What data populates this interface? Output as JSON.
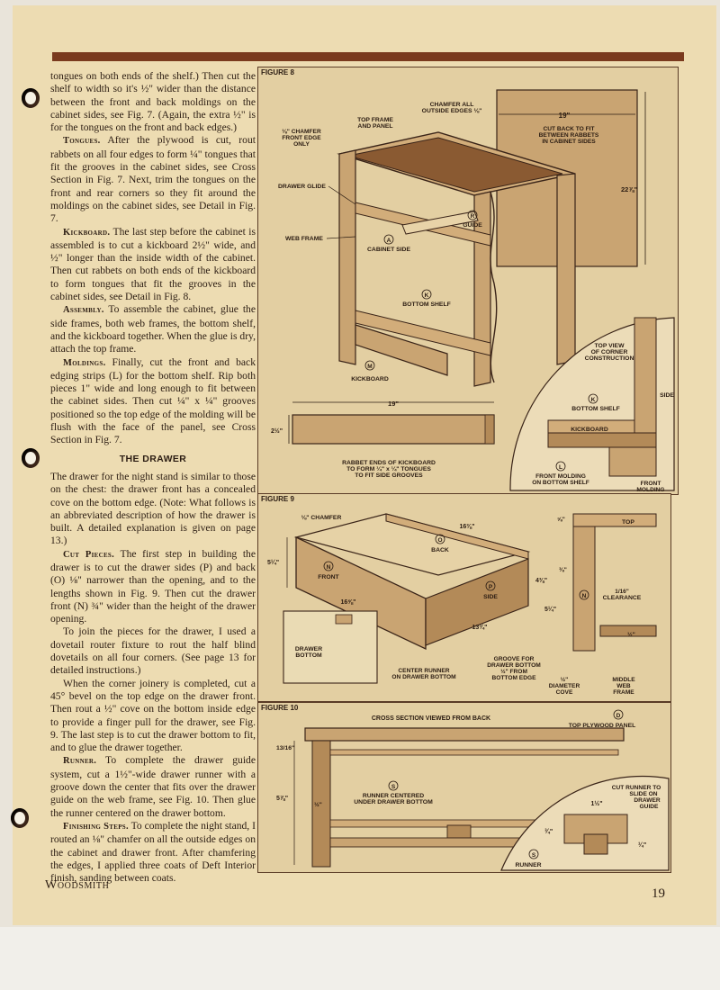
{
  "body": {
    "p1": "tongues on both ends of the shelf.) Then cut the shelf to width so it's ½\" wider than the distance between the front and back moldings on the cabinet sides, see Fig. 7. (Again, the extra ½\" is for the tongues on the front and back edges.)",
    "p2_runin": "Tongues.",
    "p2": " After the plywood is cut, rout rabbets on all four edges to form ¼\" tongues that fit the grooves in the cabinet sides, see Cross Section in Fig. 7. Next, trim the tongues on the front and rear corners so they fit around the moldings on the cabinet sides, see Detail in Fig. 7.",
    "p3_runin": "Kickboard.",
    "p3": " The last step before the cabinet is assembled is to cut a kickboard 2½\" wide, and ½\" longer than the inside width of the cabinet. Then cut rabbets on both ends of the kickboard to form tongues that fit the grooves in the cabinet sides, see Detail in Fig. 8.",
    "p4_runin": "Assembly.",
    "p4": " To assemble the cabinet, glue the side frames, both web frames, the bottom shelf, and the kickboard together. When the glue is dry, attach the top frame.",
    "p5_runin": "Moldings.",
    "p5": " Finally, cut the front and back edging strips (L) for the bottom shelf. Rip both pieces 1\" wide and long enough to fit between the cabinet sides. Then cut ¼\" x ¼\" grooves positioned so the top edge of the molding will be flush with the face of the panel, see Cross Section in Fig. 7.",
    "heading": "THE DRAWER",
    "p6": "The drawer for the night stand is similar to those on the chest: the drawer front has a concealed cove on the bottom edge. (Note: What follows is an abbreviated description of how the drawer is built. A detailed explanation is given on page 13.)",
    "p7_runin": "Cut Pieces.",
    "p7": " The first step in building the drawer is to cut the drawer sides (P) and back (O) ⅛\" narrower than the opening, and to the lengths shown in Fig. 9. Then cut the drawer front (N) ¾\" wider than the height of the drawer opening.",
    "p8": "To join the pieces for the drawer, I used a dovetail router fixture to rout the half blind dovetails on all four corners. (See page 13 for detailed instructions.)",
    "p9": "When the corner joinery is completed, cut a 45° bevel on the top edge on the drawer front. Then rout a ½\" cove on the bottom inside edge to provide a finger pull for the drawer, see Fig. 9. The last step is to cut the drawer bottom to fit, and to glue the drawer together.",
    "p10_runin": "Runner.",
    "p10": " To complete the drawer guide system, cut a 1½\"-wide drawer runner with a groove down the center that fits over the drawer guide on the web frame, see Fig. 10. Then glue the runner centered on the drawer bottom.",
    "p11_runin": "Finishing Steps.",
    "p11": " To complete the night stand, I routed an ⅛\" chamfer on all the outside edges on the cabinet and drawer front. After chamfering the edges, I applied three coats of Deft Interior finish, sanding between coats."
  },
  "footer": {
    "magazine": "Woodsmith",
    "page": "19"
  },
  "fig8": {
    "title": "FIGURE 8",
    "chamfer_all_1": "CHAMFER ALL",
    "chamfer_all_2": "OUTSIDE EDGES ⅛\"",
    "top_frame_1": "TOP FRAME",
    "top_frame_2": "AND PANEL",
    "chamfer_front_1": "⅛\" CHAMFER",
    "chamfer_front_2": "FRONT EDGE",
    "chamfer_front_3": "ONLY",
    "drawer_glide": "DRAWER GLIDE",
    "web_frame": "WEB FRAME",
    "cabinet_side_letter": "A",
    "cabinet_side": "CABINET SIDE",
    "guide_letter": "R",
    "guide": "GUIDE",
    "bottom_shelf_letter": "K",
    "bottom_shelf": "BOTTOM SHELF",
    "kickboard_letter": "M",
    "kickboard": "KICKBOARD",
    "dim_19_top": "19\"",
    "cut_back_1": "CUT BACK TO FIT",
    "cut_back_2": "BETWEEN RABBETS",
    "cut_back_3": "IN CABINET SIDES",
    "dim_22": "22⅞\"",
    "dim_19_kick": "19\"",
    "dim_2half": "2½\"",
    "rabbet_1": "RABBET ENDS OF KICKBOARD",
    "rabbet_2": "TO FORM ¼\" x ¼\" TONGUES",
    "rabbet_3": "TO FIT SIDE GROOVES",
    "topview_1": "TOP VIEW",
    "topview_2": "OF CORNER",
    "topview_3": "CONSTRUCTION",
    "side": "SIDE",
    "tv_bottom_shelf_letter": "K",
    "tv_bottom_shelf": "BOTTOM SHELF",
    "tv_kickboard": "KICKBOARD",
    "molding_letter": "L",
    "front_molding_1": "FRONT MOLDING",
    "front_molding_2": "ON BOTTOM SHELF",
    "front_2_1": "FRONT",
    "front_2_2": "MOLDING"
  },
  "fig9": {
    "title": "FIGURE 9",
    "chamfer": "⅛\" CHAMFER",
    "dim_16_3_8": "16⅜\"",
    "back_letter": "O",
    "back": "BACK",
    "dim_5_1_4": "5¼\"",
    "front_letter": "N",
    "front": "FRONT",
    "dim_16_5_8": "16⅝\"",
    "side_letter": "P",
    "side": "SIDE",
    "dim_4_3_8": "4⅜\"",
    "dim_13_3_4": "13¾\"",
    "drawer_bottom_1": "DRAWER",
    "drawer_bottom_2": "BOTTOM",
    "center_runner_1": "CENTER RUNNER",
    "center_runner_2": "ON DRAWER BOTTOM",
    "groove_1": "GROOVE FOR",
    "groove_2": "DRAWER BOTTOM",
    "groove_3": "½\" FROM",
    "groove_4": "BOTTOM EDGE",
    "dim_5_8": "⅝\"",
    "top": "TOP",
    "dim_3_8": "⅜\"",
    "clearance_letter": "N",
    "clearance_dim": "1/16\"",
    "clearance": "CLEARANCE",
    "dim_5_1_4_b": "5¼\"",
    "dim_half": "½\"",
    "diam_1": "½\"",
    "diam_2": "DIAMETER",
    "diam_3": "COVE",
    "middle_1": "MIDDLE",
    "middle_2": "WEB",
    "middle_3": "FRAME"
  },
  "fig10": {
    "title": "FIGURE 10",
    "cross_section": "CROSS SECTION VIEWED FROM BACK",
    "panel_letter": "D",
    "top_panel": "TOP PLYWOOD PANEL",
    "dim_13_16": "13/16\"",
    "dim_5_7_8": "5⅞\"",
    "dim_half": "½\"",
    "runner_letter": "S",
    "runner_centered_1": "RUNNER CENTERED",
    "runner_centered_2": "UNDER DRAWER BOTTOM",
    "cut_runner_1": "CUT RUNNER TO",
    "cut_runner_2": "SLIDE ON",
    "cut_runner_3": "DRAWER",
    "cut_runner_4": "GUIDE",
    "dim_1_1_2": "1½\"",
    "dim_3_4": "¾\"",
    "dim_1_4": "¼\"",
    "runner_letter_2": "S",
    "runner": "RUNNER"
  }
}
